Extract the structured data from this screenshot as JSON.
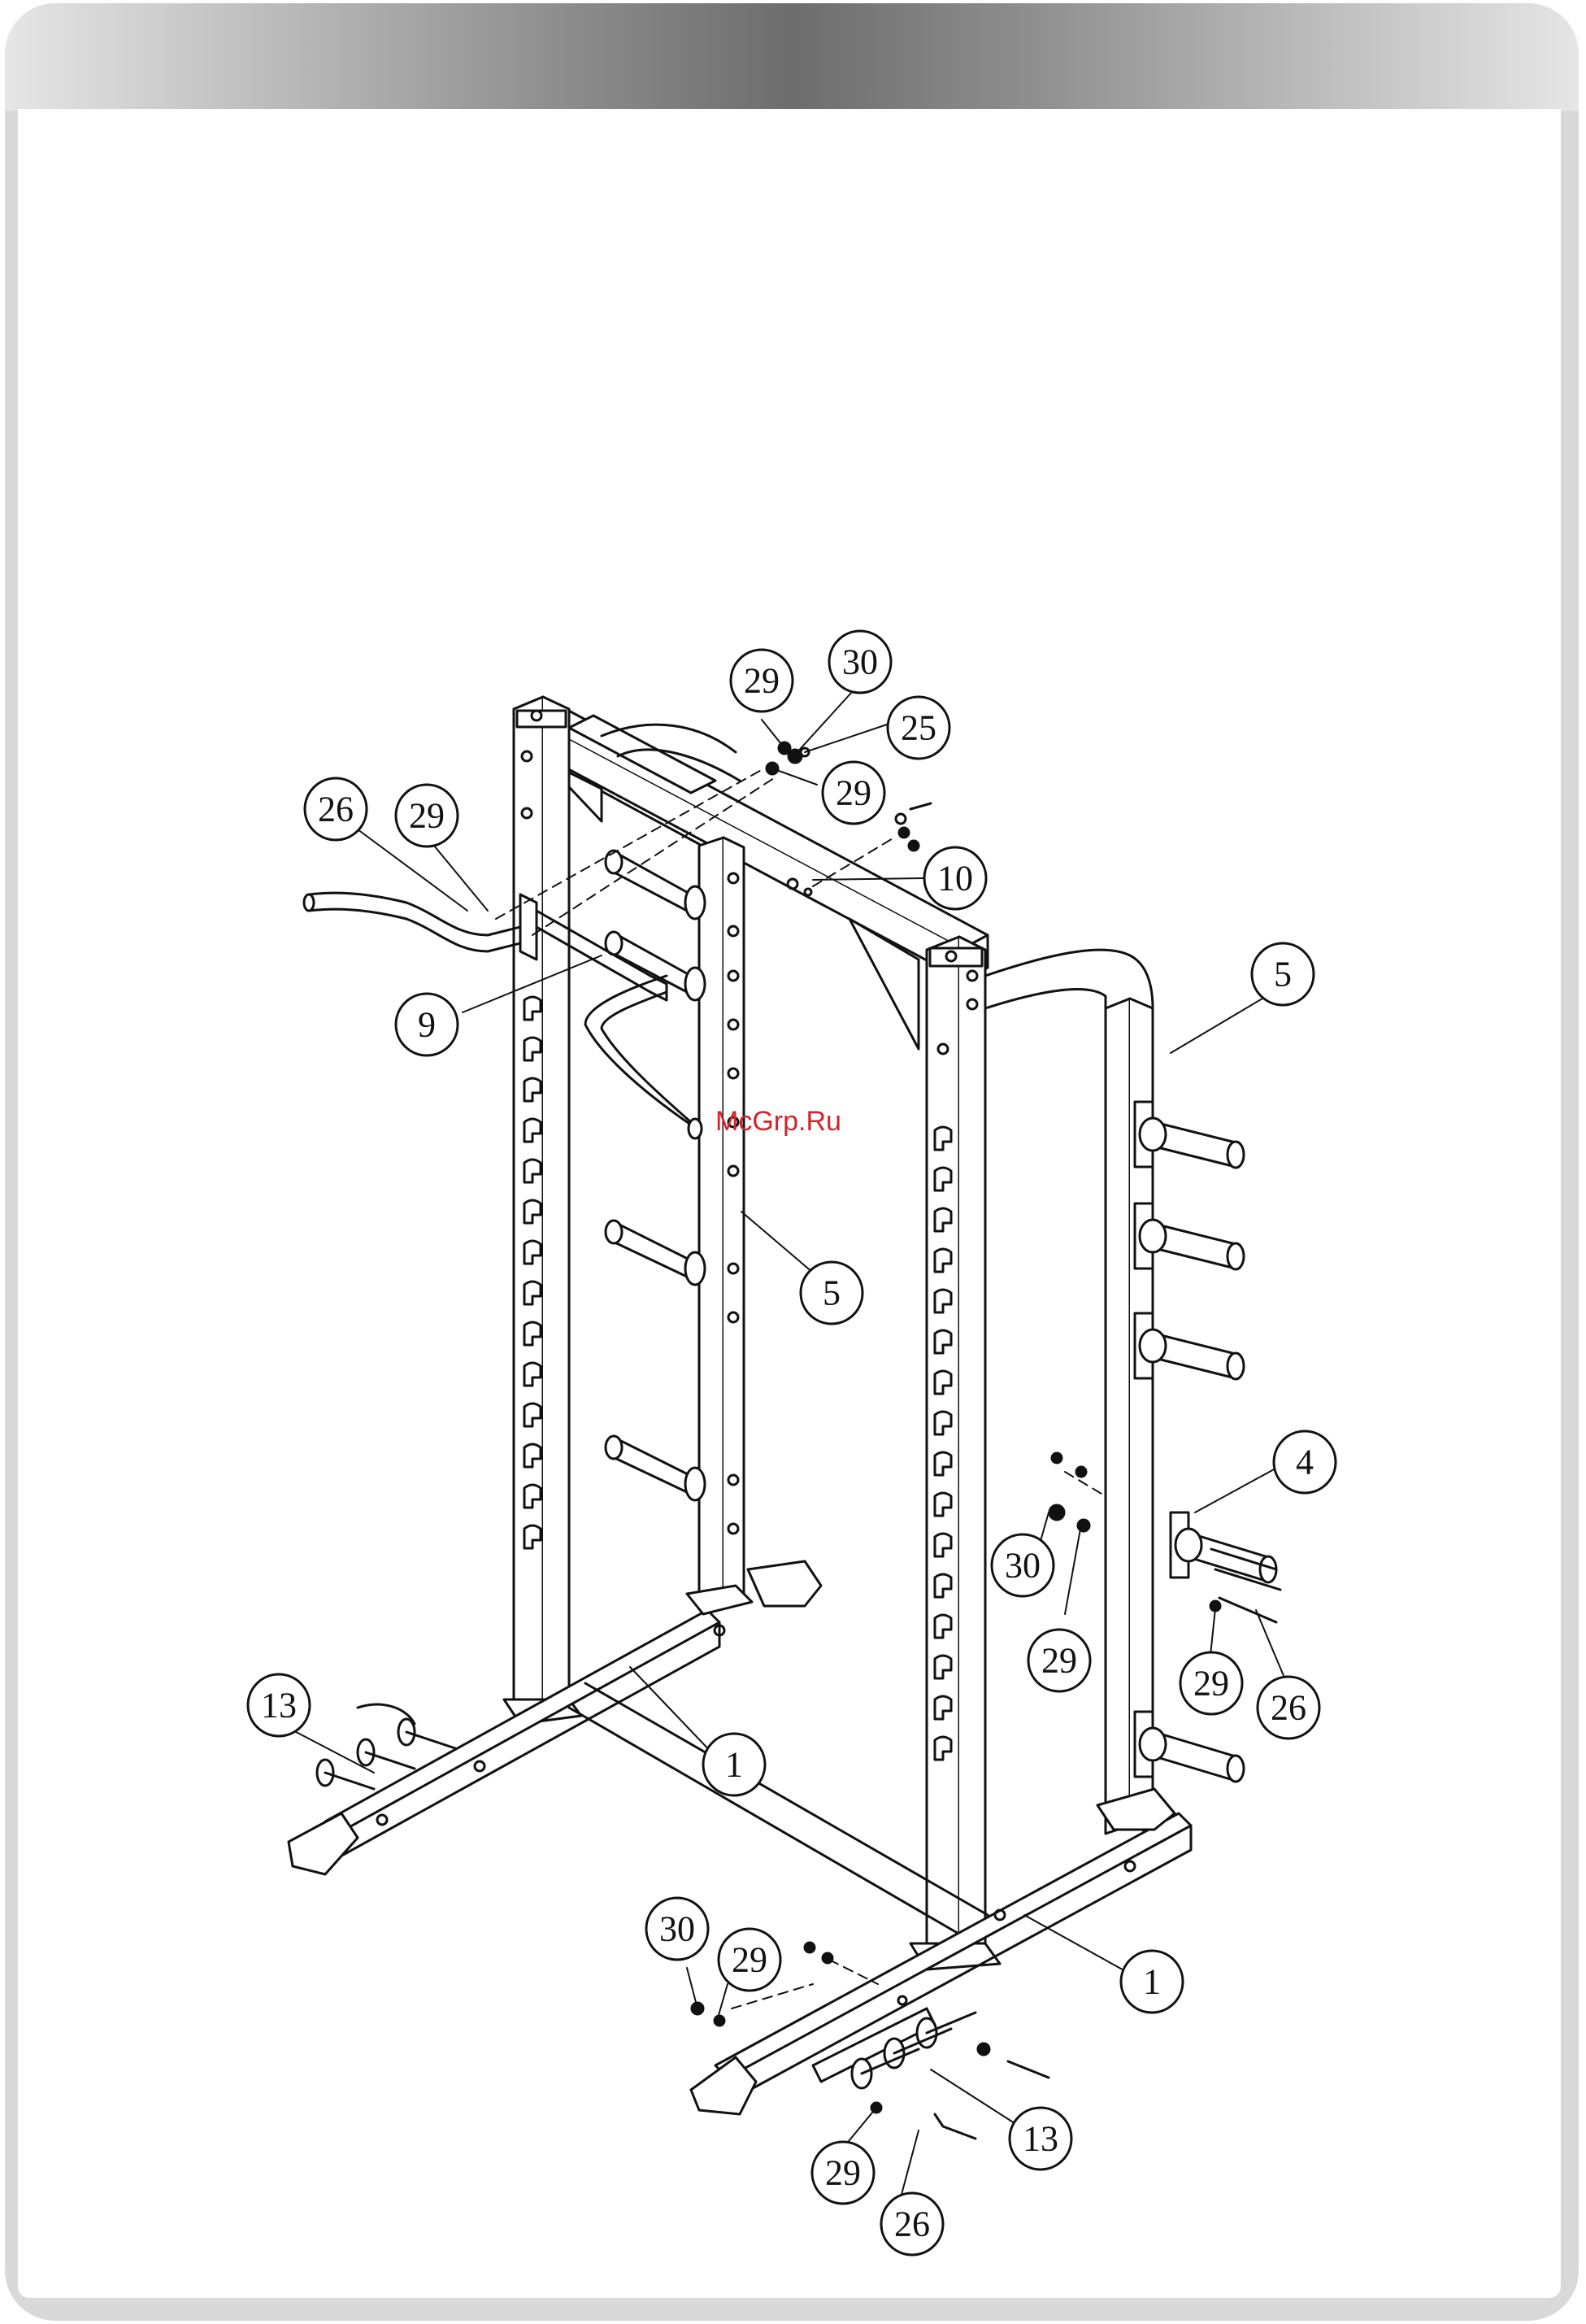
{
  "watermark": "McGrp.Ru",
  "colors": {
    "frame": "#d9d9d9",
    "header_dark": "#6d6d6d",
    "line": "#111111",
    "watermark": "#d0262b"
  },
  "callouts": {
    "c29_top_left_pair": "29",
    "c30_top": "30",
    "c25": "25",
    "c29_top": "29",
    "c26_upper_left": "26",
    "c29_upper_left": "29",
    "c10": "10",
    "c5_right": "5",
    "c9": "9",
    "c5_center": "5",
    "c4": "4",
    "c30_right": "30",
    "c29_right_a": "29",
    "c29_right_b": "29",
    "c26_right": "26",
    "c13_left": "13",
    "c1_left": "1",
    "c30_bottom": "30",
    "c29_bottom_a": "29",
    "c1_right": "1",
    "c13_bottom": "13",
    "c29_bottom_b": "29",
    "c26_bottom": "26"
  }
}
